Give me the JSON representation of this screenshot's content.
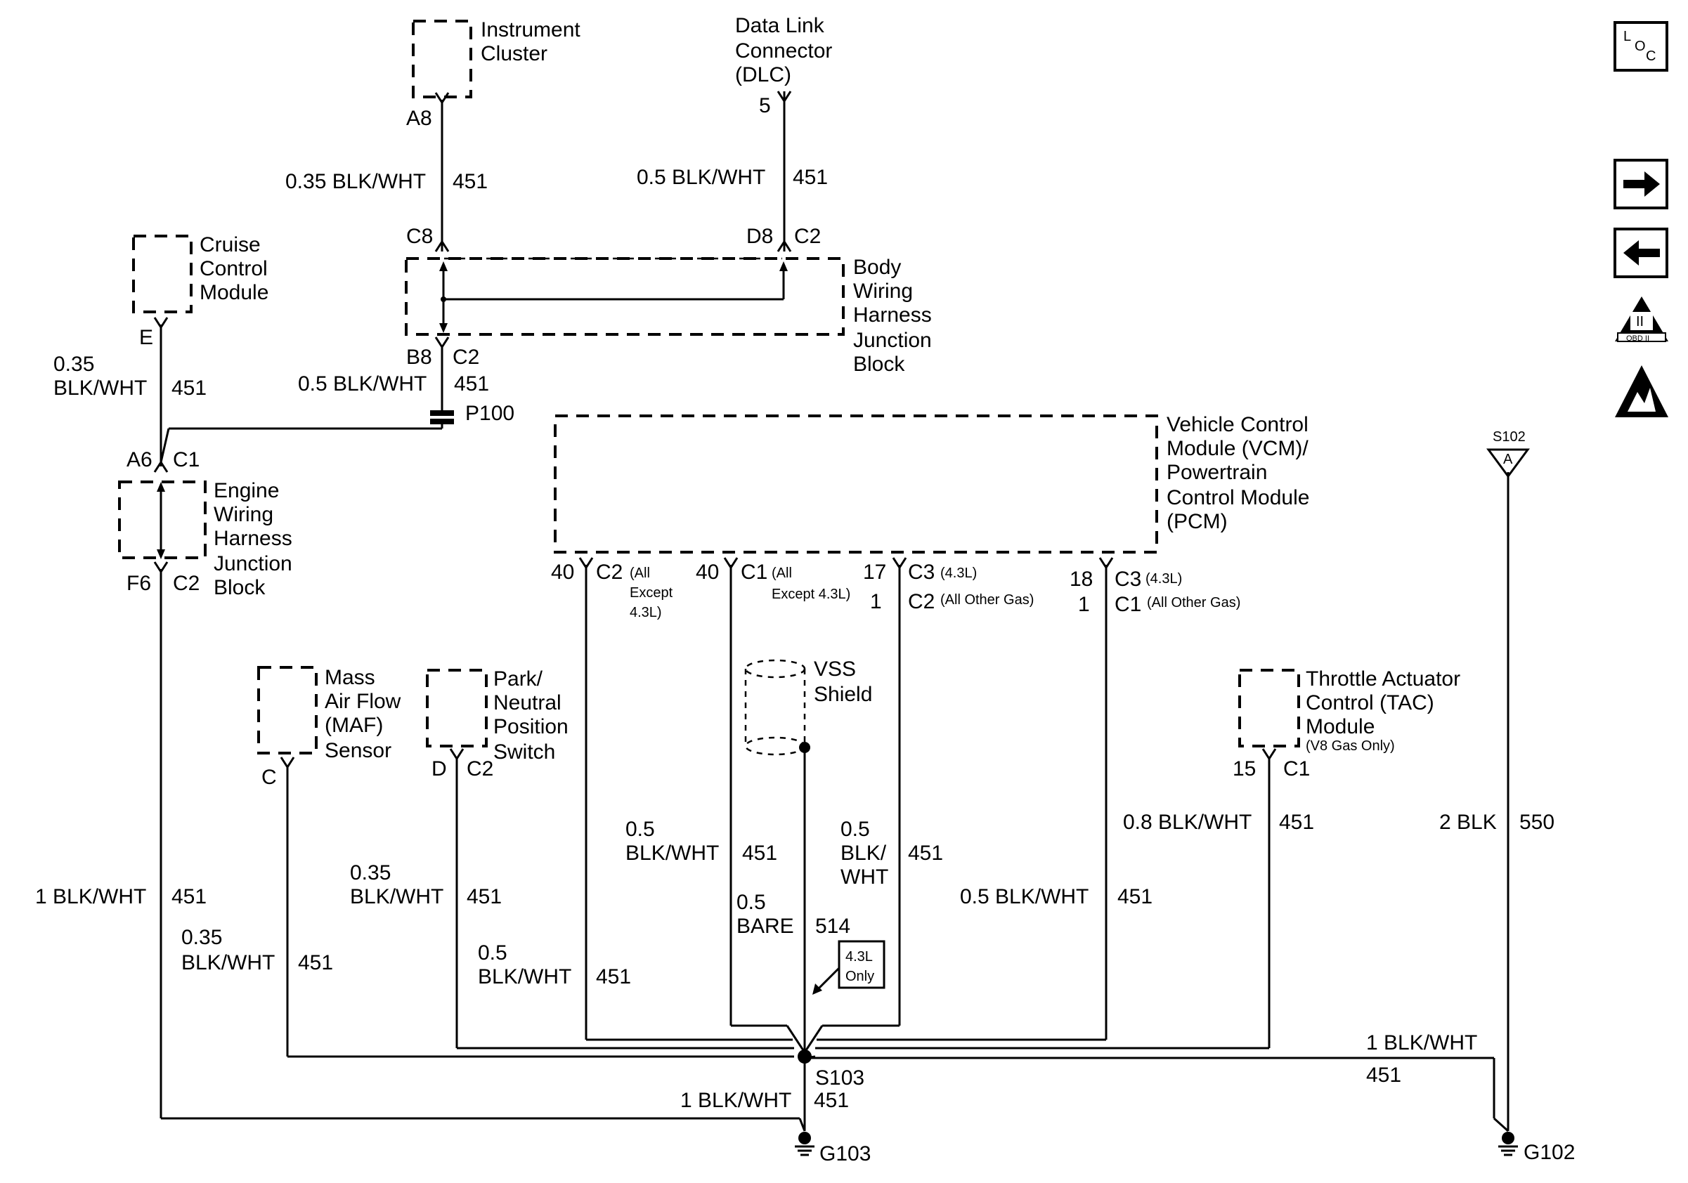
{
  "components": {
    "instrument_cluster": [
      "Instrument",
      "Cluster"
    ],
    "dlc": [
      "Data Link",
      "Connector",
      "(DLC)"
    ],
    "cruise_control": [
      "Cruise",
      "Control",
      "Module"
    ],
    "body_junction": [
      "Body",
      "Wiring",
      "Harness",
      "Junction",
      "Block"
    ],
    "engine_junction": [
      "Engine",
      "Wiring",
      "Harness",
      "Junction",
      "Block"
    ],
    "vcm": [
      "Vehicle Control",
      "Module (VCM)/",
      "Powertrain",
      "Control Module",
      "(PCM)"
    ],
    "maf": [
      "Mass",
      "Air Flow",
      "(MAF)",
      "Sensor"
    ],
    "pnp": [
      "Park/",
      "Neutral",
      "Position",
      "Switch"
    ],
    "vss": [
      "VSS",
      "Shield"
    ],
    "tac": [
      "Throttle Actuator",
      "Control (TAC)",
      "Module"
    ],
    "tac_note": "(V8 Gas Only)"
  },
  "pins": {
    "ic_a8": "A8",
    "dlc_5": "5",
    "bj_c8": "C8",
    "bj_d8": "D8",
    "bj_c2_top": "C2",
    "bj_b8": "B8",
    "bj_c2_bot": "C2",
    "cc_e": "E",
    "ej_a6": "A6",
    "ej_c1": "C1",
    "ej_f6": "F6",
    "ej_c2": "C2",
    "p100": "P100",
    "vcm1_num": "40",
    "vcm1_conn": "C2",
    "vcm1_note": [
      "(All",
      "Except",
      "4.3L)"
    ],
    "vcm2_num": "40",
    "vcm2_conn": "C1",
    "vcm2_note": [
      "(All",
      "Except 4.3L)"
    ],
    "vcm3_num": "17",
    "vcm3_conn": "C3",
    "vcm3_note": "(4.3L)",
    "vcm3_num_b": "1",
    "vcm3_conn_b": "C2",
    "vcm3_note_b": "(All Other Gas)",
    "vcm4_num": "18",
    "vcm4_conn": "C3",
    "vcm4_note": "(4.3L)",
    "vcm4_num_b": "1",
    "vcm4_conn_b": "C1",
    "vcm4_note_b": "(All Other Gas)",
    "maf_c": "C",
    "pnp_d": "D",
    "pnp_c2": "C2",
    "tac_15": "15",
    "tac_c1": "C1",
    "s102": "S102",
    "s102_letter": "A",
    "s103": "S103",
    "g103": "G103",
    "g102": "G102",
    "note_43l": [
      "4.3L",
      "Only"
    ]
  },
  "wires": {
    "ic": {
      "gauge": "0.35 BLK/WHT",
      "circuit": "451"
    },
    "dlc": {
      "gauge": "0.5 BLK/WHT",
      "circuit": "451"
    },
    "cc": {
      "gauge": [
        "0.35",
        "BLK/WHT"
      ],
      "circuit": "451"
    },
    "bj_out": {
      "gauge": "0.5 BLK/WHT",
      "circuit": "451"
    },
    "ej_out": {
      "gauge": "1 BLK/WHT",
      "circuit": "451"
    },
    "maf": {
      "gauge": [
        "0.35",
        "BLK/WHT"
      ],
      "circuit": "451"
    },
    "pnp": {
      "gauge": [
        "0.35",
        "BLK/WHT"
      ],
      "circuit": "451"
    },
    "vcm1": {
      "gauge": [
        "0.5",
        "BLK/WHT"
      ],
      "circuit": "451"
    },
    "vcm2": {
      "gauge": [
        "0.5",
        "BLK/WHT"
      ],
      "circuit": "451"
    },
    "vss": {
      "gauge": [
        "0.5",
        "BARE"
      ],
      "circuit": "514"
    },
    "vcm3": {
      "gauge": [
        "0.5",
        "BLK/",
        "WHT"
      ],
      "circuit": "451"
    },
    "vcm4": {
      "gauge": "0.5 BLK/WHT",
      "circuit": "451"
    },
    "tac": {
      "gauge": "0.8 BLK/WHT",
      "circuit": "451"
    },
    "s102": {
      "gauge": "2 BLK",
      "circuit": "550"
    },
    "g102_bus": {
      "gauge": "1 BLK/WHT",
      "circuit": "451"
    },
    "g103": {
      "gauge": "1 BLK/WHT",
      "circuit": "451"
    }
  },
  "sidebar": {
    "loc_icon": [
      "L",
      "O",
      "C"
    ],
    "obd_label": "II",
    "obd_sub": "OBD II"
  }
}
